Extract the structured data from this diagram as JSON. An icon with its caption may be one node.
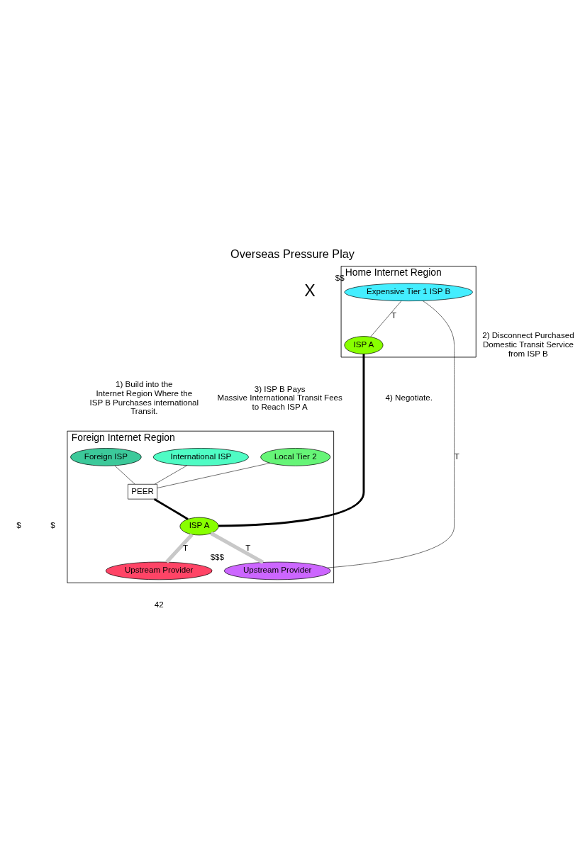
{
  "diagram": {
    "title": "Overseas Pressure Play",
    "nodes": [
      {
        "text": [
          "Home Internet Region"
        ]
      },
      {
        "text": [
          "Expensive Tier 1 ISP B"
        ],
        "in": 0,
        "beside": [
          "$$"
        ]
      },
      {
        "text": [
          "ISP A"
        ],
        "in": 0
      },
      {
        "text": [
          "Foreign Internet Region"
        ]
      },
      {
        "text": [
          "Local Tier 2"
        ],
        "in": 3
      },
      {
        "text": [
          "International ISP"
        ],
        "in": 3
      },
      {
        "text": [
          "Foreign ISP"
        ],
        "in": 3
      },
      {
        "text": [
          "PEER"
        ],
        "in": 3
      },
      {
        "text": [
          "ISP A"
        ],
        "in": 3
      },
      {
        "text": [
          "Upstream Provider"
        ],
        "in": 3,
        "beside": [
          "$$$"
        ]
      },
      {
        "text": [
          "Upstream Provider"
        ],
        "in": 3
      }
    ],
    "edges": [
      {
        "from": 1,
        "to": 2,
        "arrow": "none",
        "label": "T"
      },
      {
        "from": 1,
        "to": 9,
        "arrow": "none",
        "label": "T"
      },
      {
        "from": 2,
        "to": 8,
        "arrow": "none",
        "style": "thick"
      },
      {
        "from": 4,
        "to": 7,
        "arrow": "none"
      },
      {
        "from": 5,
        "to": 7,
        "arrow": "none"
      },
      {
        "from": 6,
        "to": 7,
        "arrow": "none"
      },
      {
        "from": 7,
        "to": 8,
        "arrow": "none",
        "style": "thick"
      },
      {
        "from": 8,
        "to": 9,
        "arrow": "none",
        "label": "T",
        "style": "thick",
        "color": "#c8c8c8"
      },
      {
        "from": 8,
        "to": 10,
        "arrow": "none",
        "label": "T",
        "style": "thick",
        "color": "#c8c8c8"
      }
    ],
    "labels": [
      "X",
      "2) Disconnect Purchased Domestic Transit Service from ISP B",
      "4) Negotiate.",
      "1) Build into the Internet Region Where the ISP B Purchases international Transit.",
      "3) ISP B Pays Massive International Transit Fees to Reach ISP A",
      "$",
      "$",
      "42"
    ]
  }
}
